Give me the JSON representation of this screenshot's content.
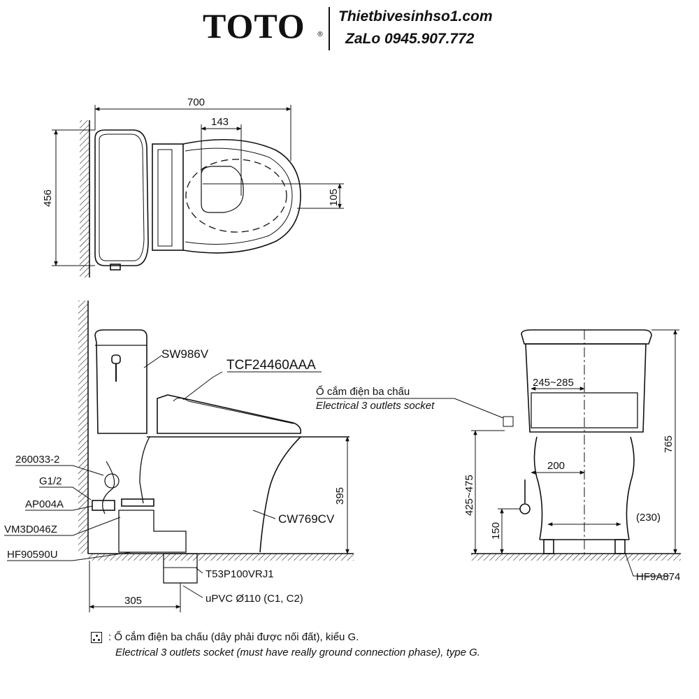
{
  "header": {
    "brand": "TOTO",
    "brand_mark": "®",
    "website": "Thietbivesinhso1.com",
    "contact": "ZaLo 0945.907.772"
  },
  "top_view": {
    "dims": {
      "width": "700",
      "depth": "456",
      "offset": "143",
      "lateral": "105"
    }
  },
  "side_view": {
    "labels": {
      "tank": "SW986V",
      "seat": "TCF24460AAA",
      "bowl": "CW769CV",
      "hose": "260033-2",
      "thread": "G1/2",
      "valve": "AP004A",
      "flange": "VM3D046Z",
      "base": "HF90590U",
      "drain": "T53P100VRJ1",
      "pipe": "uPVC Ø110 (C1, C2)"
    },
    "dims": {
      "height": "395",
      "rough_in": "305"
    }
  },
  "socket_label": {
    "vi": "Ổ cắm điện ba chấu",
    "en": "Electrical 3 outlets socket"
  },
  "front_view": {
    "dims": {
      "socket_range": "245~285",
      "socket_height": "425~475",
      "total_height": "765",
      "offset": "200",
      "supply_height": "150",
      "bolt_spacing": "(230)"
    },
    "labels": {
      "bolts": "HF9A874"
    }
  },
  "footnote": {
    "vi": ": Ổ cắm điện ba chấu (dây phải được nối đất), kiểu G.",
    "en": "Electrical 3 outlets socket (must have really ground connection phase), type G."
  }
}
